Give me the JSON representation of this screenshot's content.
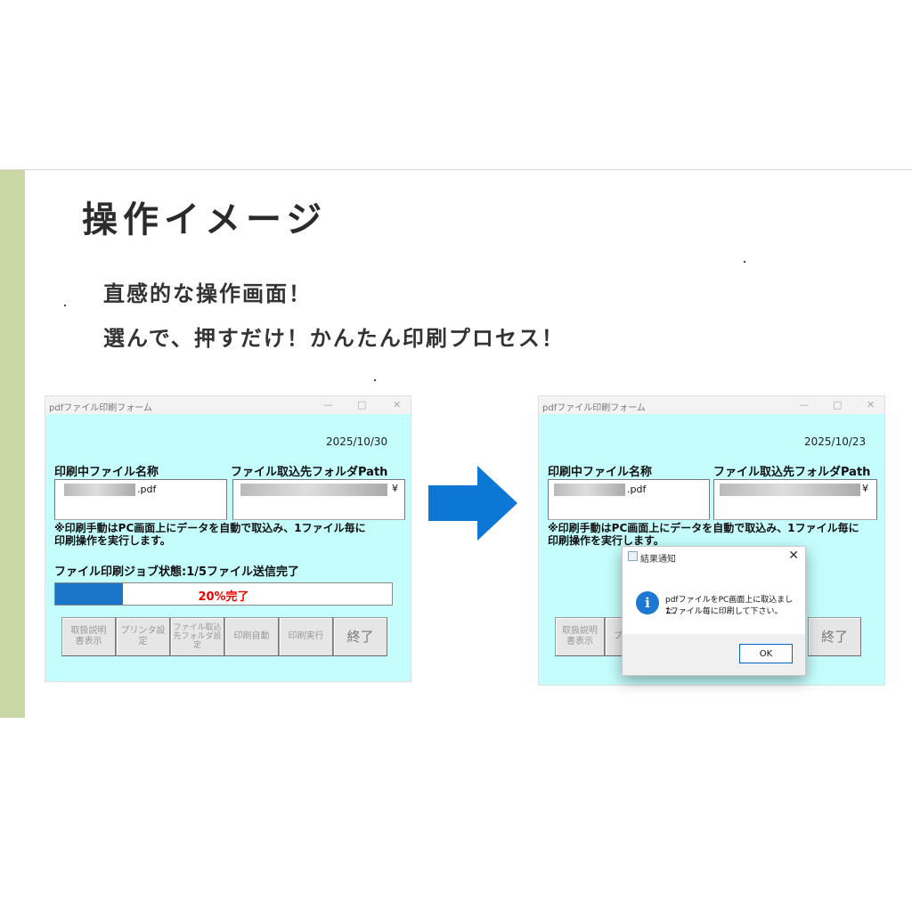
{
  "slide": {
    "title": "操作イメージ",
    "subtitle_line1": "直感的な操作画面！",
    "subtitle_line2": "選んで、押すだけ！かんたん印刷プロセス！"
  },
  "before_window": {
    "title": "pdfファイル印刷フォーム",
    "controls": [
      "—",
      "□",
      "✕"
    ],
    "date": "2025/10/30",
    "printing_file_label": "印刷中ファイル名称",
    "printing_file_value": ".pdf",
    "folder_label": "ファイル取込先フォルダPath",
    "folder_value": "¥",
    "note_line1": "※印刷手動はPC画面上にデータを自動で取込み、1ファイル毎に",
    "note_line2": "印刷操作を実行します。",
    "status": "ファイル印刷ジョブ状態:1/5ファイル送信完了",
    "progress_fraction": 0.2,
    "progress_text": "20%完了",
    "buttons": [
      {
        "line1": "取扱説明",
        "line2": "書表示"
      },
      {
        "line1": "プリンタ設定",
        "line2": ""
      },
      {
        "line1": "ファイル取込",
        "line2": "先フォルダ設定"
      },
      {
        "line1": "印刷自動",
        "line2": ""
      },
      {
        "line1": "印刷実行",
        "line2": ""
      },
      {
        "line1": "終了",
        "line2": ""
      }
    ]
  },
  "after_window": {
    "title": "pdfファイル印刷フォーム",
    "controls": [
      "—",
      "□",
      "✕"
    ],
    "date": "2025/10/23",
    "printing_file_label": "印刷中ファイル名称",
    "printing_file_value": ".pdf",
    "folder_label": "ファイル取込先フォルダPath",
    "folder_value": "¥",
    "note_line1": "※印刷手動はPC画面上にデータを自動で取込み、1ファイル毎に",
    "note_line2": "印刷操作を実行します。",
    "buttons": [
      {
        "line1": "取扱説明",
        "line2": "書表示"
      },
      {
        "line1": "プリ",
        "line2": ""
      },
      {
        "line1": "終了",
        "line2": ""
      }
    ]
  },
  "dialog": {
    "title": "結果通知",
    "close": "✕",
    "message_line1": "pdfファイルをPC画面上に取込ました。",
    "message_line2": "1ファイル毎に印刷して下さい。",
    "ok_label": "OK"
  },
  "colors": {
    "window_bg": "#c5fdfd",
    "accent_bar": "#c9d8a4",
    "progress_fill": "#1b75c9",
    "progress_text": "#e00000",
    "arrow": "#0d77d6"
  },
  "icons": {
    "arrow": "right-arrow-icon",
    "info": "info-icon",
    "dialog_app": "app-icon"
  }
}
